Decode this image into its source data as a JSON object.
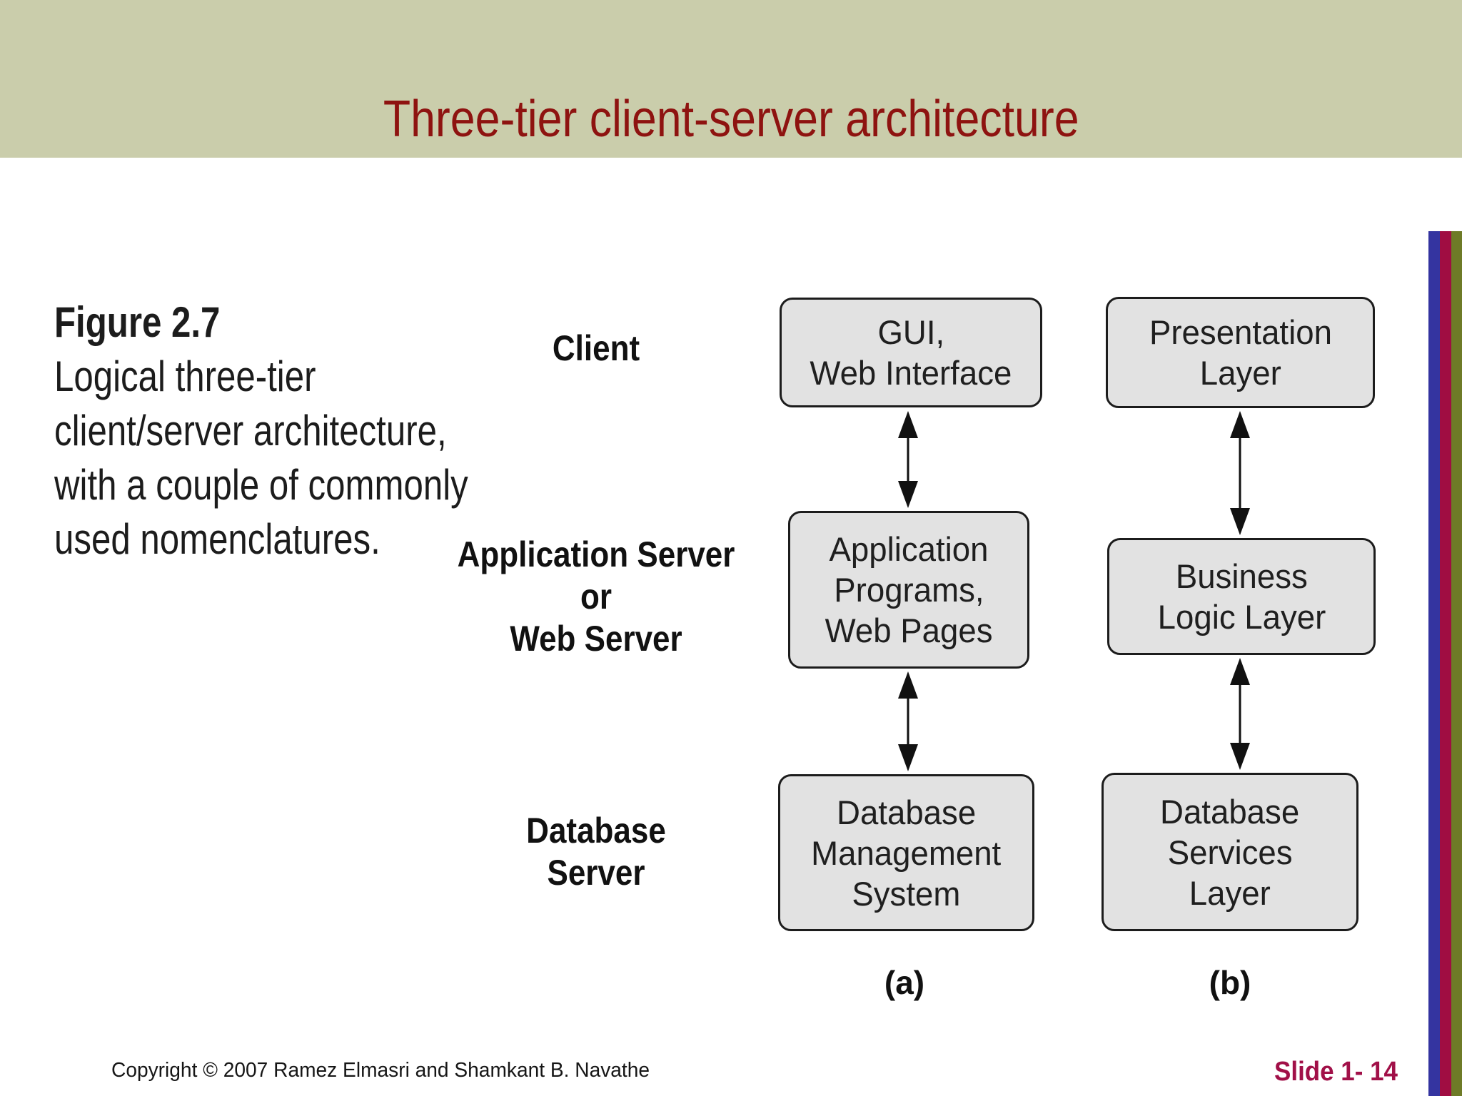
{
  "slide": {
    "title": "Three-tier client-server architecture",
    "footer": {
      "copyright": "Copyright © 2007 Ramez Elmasri and Shamkant B. Navathe",
      "slide_number": "Slide 1- 14"
    }
  },
  "diagram": {
    "caption": {
      "title": "Figure 2.7",
      "lines": [
        "Logical three-tier",
        "client/server architecture,",
        "with a couple of commonly",
        "used nomenclatures."
      ]
    },
    "tier_labels": {
      "client": "Client",
      "middle_lines": [
        "Application Server",
        "or",
        "Web Server"
      ],
      "bottom_lines": [
        "Database",
        "Server"
      ]
    },
    "column_a": {
      "tag": "(a)",
      "client_box_lines": [
        "GUI,",
        "Web Interface"
      ],
      "middle_box_lines": [
        "Application",
        "Programs,",
        "Web Pages"
      ],
      "bottom_box_lines": [
        "Database",
        "Management",
        "System"
      ]
    },
    "column_b": {
      "tag": "(b)",
      "client_box_lines": [
        "Presentation",
        "Layer"
      ],
      "middle_box_lines": [
        "Business",
        "Logic Layer"
      ],
      "bottom_box_lines": [
        "Database",
        "Services",
        "Layer"
      ]
    }
  },
  "colors": {
    "header_band": "#cacdab",
    "title_text": "#8e1310",
    "box_fill": "#e2e2e2",
    "box_border": "#1c1c1c",
    "arrow": "#111111",
    "stripe_blue": "#3434a0",
    "stripe_crimson": "#a00d42",
    "stripe_olive": "#6e7b27",
    "slide_number_text": "#a11048"
  }
}
